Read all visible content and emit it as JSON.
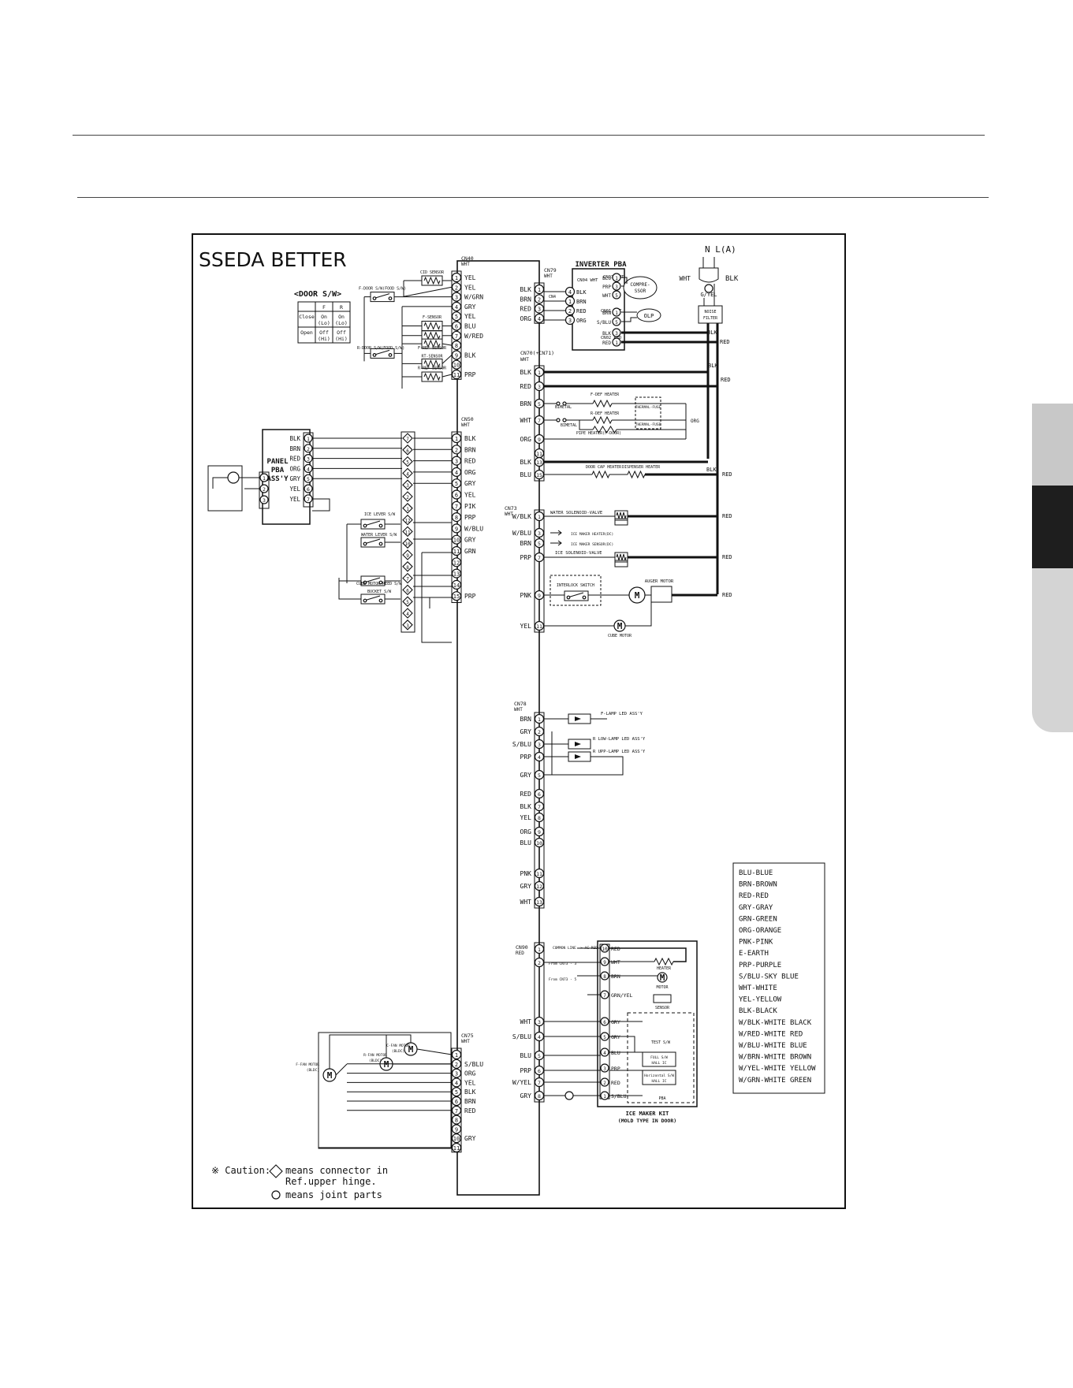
{
  "title": "SSEDA BETTER",
  "power": {
    "label": "N L(A)",
    "neutral": "WHT",
    "line": "BLK",
    "ground": "G/YEL",
    "filter": "NOISE FILTER"
  },
  "door_table": {
    "title": "<DOOR S/W>",
    "headers": [
      "",
      "F",
      "R"
    ],
    "rows": [
      [
        "Close",
        "On (Lo)",
        "On (Lo)"
      ],
      [
        "Open",
        "Off (Hi)",
        "Off (Hi)"
      ]
    ]
  },
  "connectors": {
    "cn40": {
      "name": "CN40",
      "color": "WHT",
      "pins": [
        [
          "1",
          "YEL"
        ],
        [
          "2",
          "YEL"
        ],
        [
          "3",
          "W/GRN"
        ],
        [
          "4",
          "GRY"
        ],
        [
          "5",
          "YEL"
        ],
        [
          "6",
          "BLU"
        ],
        [
          "7",
          "W/RED"
        ],
        [
          "8",
          ""
        ],
        [
          "9",
          "BLK"
        ],
        [
          "10",
          ""
        ],
        [
          "11",
          "PRP"
        ]
      ]
    },
    "cn50": {
      "name": "CN50",
      "color": "WHT",
      "pins": [
        [
          "1",
          "BLK"
        ],
        [
          "2",
          "BRN"
        ],
        [
          "3",
          "RED"
        ],
        [
          "4",
          "ORG"
        ],
        [
          "5",
          "GRY"
        ],
        [
          "6",
          "YEL"
        ],
        [
          "7",
          "PIK"
        ],
        [
          "8",
          "PRP"
        ],
        [
          "9",
          "W/BLU"
        ],
        [
          "10",
          "GRY"
        ],
        [
          "11",
          "GRN"
        ],
        [
          "12",
          ""
        ],
        [
          "13",
          ""
        ],
        [
          "14",
          ""
        ],
        [
          "15",
          "PRP"
        ]
      ]
    },
    "cn75": {
      "name": "CN75",
      "color": "WHT",
      "pins": [
        [
          "1",
          ""
        ],
        [
          "2",
          "S/BLU"
        ],
        [
          "3",
          "ORG"
        ],
        [
          "4",
          "YEL"
        ],
        [
          "5",
          "BLK"
        ],
        [
          "6",
          "BRN"
        ],
        [
          "7",
          "RED"
        ],
        [
          "8",
          ""
        ],
        [
          "9",
          ""
        ],
        [
          "10",
          "GRY"
        ],
        [
          "11",
          ""
        ]
      ]
    },
    "cn79": {
      "name": "CN79",
      "color": "WHT",
      "pins": [
        [
          "1",
          "BLK"
        ],
        [
          "2",
          "BRN"
        ],
        [
          "3",
          "RED"
        ],
        [
          "4",
          "ORG"
        ]
      ]
    },
    "cn70": {
      "name": "CN70(+CN71)",
      "color": "WHT",
      "pins": [
        [
          "1",
          "BLK"
        ],
        [
          "3",
          "RED"
        ],
        [
          "5",
          "BRN"
        ],
        [
          "7",
          "WHT"
        ],
        [
          "9",
          "ORG"
        ],
        [
          "11",
          ""
        ],
        [
          "13",
          "BLK"
        ],
        [
          "15",
          "BLU"
        ]
      ]
    },
    "cn73": {
      "name": "CN73",
      "color": "WHT",
      "pins": [
        [
          "1",
          "W/BLK"
        ],
        [
          "3",
          "W/BLU"
        ],
        [
          "5",
          "BRN"
        ],
        [
          "7",
          "PRP"
        ],
        [
          "9",
          "PNK"
        ],
        [
          "11",
          "YEL"
        ]
      ]
    },
    "cn78": {
      "name": "CN78",
      "color": "WHT",
      "pins": [
        [
          "1",
          "BRN"
        ],
        [
          "2",
          "GRY"
        ],
        [
          "3",
          "S/BLU"
        ],
        [
          "4",
          "PRP"
        ],
        [
          "5",
          "GRY"
        ],
        [
          "6",
          "RED"
        ],
        [
          "7",
          "BLK"
        ],
        [
          "8",
          "YEL"
        ],
        [
          "9",
          "ORG"
        ],
        [
          "10",
          "BLU"
        ],
        [
          "11",
          "PNK"
        ],
        [
          "12",
          "GRY"
        ],
        [
          "13",
          "WHT"
        ]
      ]
    },
    "cn90": {
      "name": "CN90",
      "color": "RED",
      "pins": [
        [
          "1",
          ""
        ],
        [
          "2",
          ""
        ],
        [
          "3",
          "WHT"
        ],
        [
          "4",
          "S/BLU"
        ],
        [
          "5",
          "BLU"
        ],
        [
          "6",
          "PRP"
        ],
        [
          "7",
          "W/YEL"
        ],
        [
          "8",
          "GRY"
        ]
      ]
    }
  },
  "inverter": {
    "title": "INVERTER PBA",
    "cn04": "CN04 WHT",
    "cn03": "CN03 WHT",
    "cn01": "CN01 WHT",
    "cn02": "CN02 RED",
    "left_pins": [
      [
        "4",
        "BLK"
      ],
      [
        "1",
        "BRN"
      ],
      [
        "2",
        "RED"
      ],
      [
        "3",
        "ORG"
      ]
    ],
    "cn03_pins": [
      [
        "1",
        "BLU"
      ],
      [
        "3",
        "PRP"
      ],
      [
        "5",
        "WHT"
      ]
    ],
    "cn01_pins": [
      [
        "1",
        "BRN"
      ],
      [
        "5",
        "S/BLU"
      ]
    ],
    "cn02_pins": [
      [
        "3",
        "BLK"
      ],
      [
        "1",
        "RED"
      ]
    ],
    "compressor": "COMPRE-SSOR",
    "olp": "OLP"
  },
  "panel": {
    "label": "PANEL PBA ASS'Y",
    "pins": [
      [
        "1",
        "BLK"
      ],
      [
        "2",
        "BRN"
      ],
      [
        "3",
        "RED"
      ],
      [
        "4",
        "ORG"
      ],
      [
        "5",
        "GRY"
      ],
      [
        "6",
        "YEL"
      ],
      [
        "7",
        "YEL"
      ]
    ],
    "buzzer_pins": [
      "1",
      "2",
      "3"
    ]
  },
  "hinge_pins": [
    "7",
    "6",
    "5",
    "4",
    "3",
    "2",
    "1",
    "12",
    "11",
    "10",
    "9",
    "8",
    "7",
    "6",
    "5",
    "4",
    "3"
  ],
  "left_components": {
    "cd_sensor": "CID SENSOR",
    "f_door_sw": "F-DOOR S/W(FOOD S/W)",
    "f_sensor": "F-SENSOR",
    "r_sensor": "R-SENSOR",
    "f_ref_sensor": "F-REF SENSOR",
    "r_door_sw": "R-DOOR S/W(FOOD S/W)",
    "rt_sensor": "RT-SENSOR",
    "r_ref_sensor": "R-REF SENSOR",
    "ice_lever": "ICE LEVER S/W",
    "water_lever": "WATER LEVER S/W",
    "cube_motor_reed": "CUBE MOTOR REED S/W",
    "bucket_sw": "BUCKET S/W"
  },
  "heaters": {
    "bimetal": "BIMETAL",
    "f_def_heater": "F-DEF HEATER",
    "r_def_heater": "R-DEF HEATER",
    "pipe_heater": "PIPE HEATER(F-DOOR)",
    "thermal_fuse": "THERMAL-FUSE",
    "door_cap_heater": "DOOR CAP HEATER",
    "dispenser_heater": "DISPENSER HEATER"
  },
  "cn73_parts": {
    "water_valve": "WATER SOLENOID-VALVE",
    "ice_maker_heater": "ICE MAKER HEATER(DC)",
    "ice_maker_sensor": "ICE MAKER SENSOR(DC)",
    "ice_valve": "ICE SOLENOID-VALVE",
    "interlock": "INTERLOCK SWITCH",
    "auger_motor": "AUGER MOTOR",
    "cube_motor": "CUBE MOTOR"
  },
  "cn78_parts": {
    "f_lamp": "F-LAMP LED ASS'Y",
    "r_low_lamp": "R LOW-LAMP LED ASS'Y",
    "r_upp_lamp": "R UPP-LAMP LED ASS'Y"
  },
  "right_wires": [
    "RED",
    "BLK",
    "RED",
    "ORG",
    "BLK",
    "RED",
    "RED",
    "RED",
    "RED"
  ],
  "ice_maker": {
    "title": "ICE MAKER KIT",
    "subtitle": "(MOLD TYPE IN DOOR)",
    "common_line": "COMMON LINE -> AC RED",
    "from_cn73_3": "From CN73 - 3",
    "from_cn73_5": "From CN73 - 5",
    "pins": [
      [
        "10",
        "RED"
      ],
      [
        "9",
        "WHT"
      ],
      [
        "8",
        "BRN"
      ],
      [
        "7",
        "GRN/YEL"
      ],
      [
        "6",
        "GRY"
      ],
      [
        "5",
        "GRY"
      ],
      [
        "4",
        "BLU"
      ],
      [
        "3",
        "PRP"
      ],
      [
        "2",
        "RED"
      ],
      [
        "1",
        "S/BLU"
      ]
    ],
    "heater": "HEATER",
    "motor": "MOTOR",
    "sensor": "SENSOR",
    "test_sw": "TEST S/W",
    "full_sw": "FULL S/W HALL IC",
    "horizontal_sw": "Horizontal S/W HALL IC",
    "pba": "PBA"
  },
  "fans": {
    "f_fan": "F-FAN MOTOR (BLDC)",
    "r_fan": "R-FAN MOTOR (BLDC)",
    "c_fan": "C-FAN MOTOR (BLDC)"
  },
  "legend": [
    "BLU-BLUE",
    "BRN-BROWN",
    "RED-RED",
    "GRY-GRAY",
    "GRN-GREEN",
    "ORG-ORANGE",
    "PNK-PINK",
    "E-EARTH",
    "PRP-PURPLE",
    "S/BLU-SKY BLUE",
    "WHT-WHITE",
    "YEL-YELLOW",
    "BLK-BLACK",
    "W/BLK-WHITE BLACK",
    "W/RED-WHITE RED",
    "W/BLU-WHITE BLUE",
    "W/BRN-WHITE BROWN",
    "W/YEL-WHITE YELLOW",
    "W/GRN-WHITE GREEN"
  ],
  "caution": {
    "prefix": "※ Caution:",
    "line1": "means connector in",
    "line2": "Ref.upper hinge.",
    "line3": "means joint parts"
  },
  "colors": {
    "ink": "#111111",
    "tab_dark": "#1e1e1e",
    "tab_light": "#c8c8c8"
  }
}
